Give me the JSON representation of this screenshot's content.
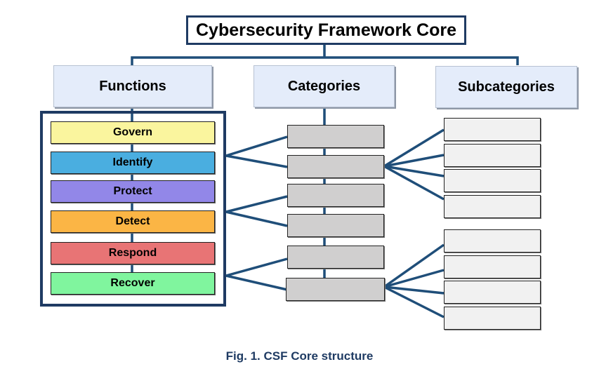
{
  "title": "Cybersecurity Framework Core",
  "headers": {
    "functions": "Functions",
    "categories": "Categories",
    "subcategories": "Subcategories"
  },
  "functions": [
    {
      "label": "Govern",
      "color": "#faf59e"
    },
    {
      "label": "Identify",
      "color": "#4aaee0"
    },
    {
      "label": "Protect",
      "color": "#9287e8"
    },
    {
      "label": "Detect",
      "color": "#fbb545"
    },
    {
      "label": "Respond",
      "color": "#e87475"
    },
    {
      "label": "Recover",
      "color": "#80f59e"
    }
  ],
  "categories_count": 6,
  "subcategory_groups": [
    {
      "parent_category_index": 1,
      "count": 4
    },
    {
      "parent_category_index": 5,
      "count": 4
    }
  ],
  "connector_color": "#1f4e79",
  "caption": "Fig. 1. CSF Core structure"
}
